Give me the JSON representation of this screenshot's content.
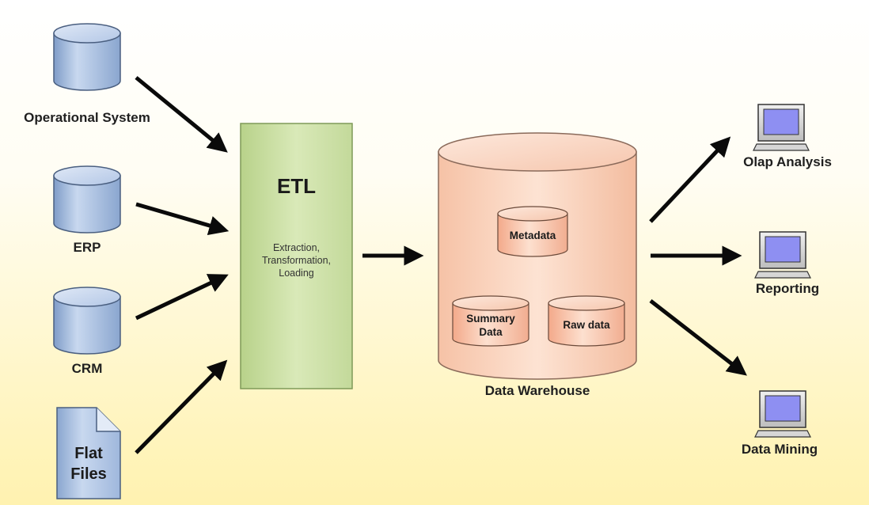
{
  "sources": {
    "operational_system": "Operational System",
    "erp": "ERP",
    "crm": "CRM",
    "flat_files": [
      "Flat",
      "Files"
    ]
  },
  "etl": {
    "title": "ETL",
    "description": [
      "Extraction,",
      "Transformation,",
      "Loading"
    ]
  },
  "warehouse": {
    "label": "Data Warehouse",
    "metadata": "Metadata",
    "summary_data": [
      "Summary",
      "Data"
    ],
    "raw_data": "Raw data"
  },
  "targets": {
    "olap_analysis": "Olap Analysis",
    "reporting": "Reporting",
    "data_mining": "Data Mining"
  },
  "colors": {
    "db_blue": "#a9bfe0",
    "etl_green": "#cfe1a6",
    "warehouse_peach": "#f7c2a8",
    "arrow": "#0a0a0a",
    "monitor_screen": "#8e8ff2"
  },
  "icons": [
    "database-icon",
    "document-icon",
    "computer-icon",
    "arrow-icon"
  ]
}
